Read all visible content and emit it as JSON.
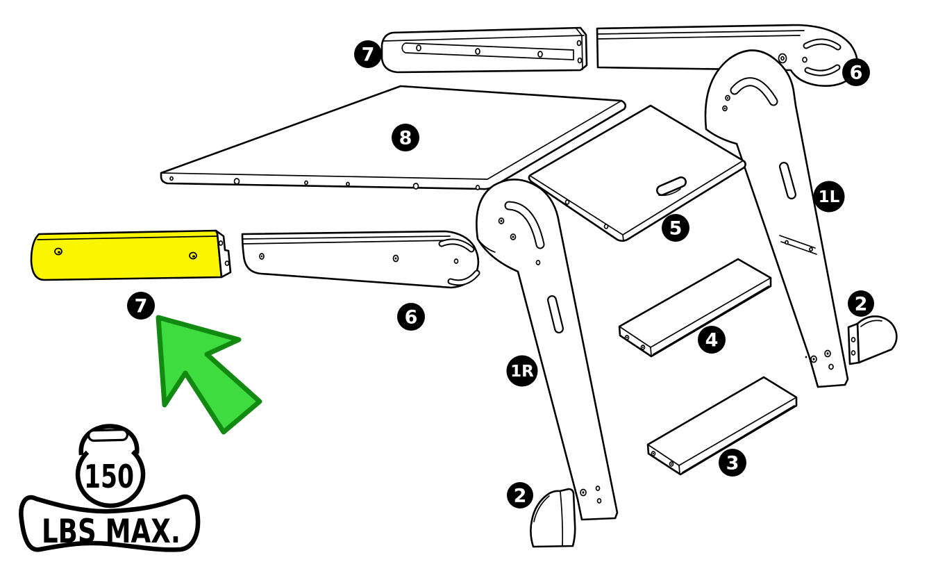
{
  "canvas": {
    "background": "#FFFFFF",
    "line_color": "#000000"
  },
  "badges": {
    "bg": "#000000",
    "text_color": "#FFFFFF",
    "items": [
      {
        "part": "top-back-rail",
        "label": "7"
      },
      {
        "part": "top-left-rail",
        "label": "6"
      },
      {
        "part": "large-top-panel",
        "label": "8"
      },
      {
        "part": "platform-panel",
        "label": "5"
      },
      {
        "part": "left-leg",
        "label": "1L"
      },
      {
        "part": "highlighted-rail",
        "label": "7"
      },
      {
        "part": "front-rail",
        "label": "6"
      },
      {
        "part": "right-leg",
        "label": "1R"
      },
      {
        "part": "upper-step",
        "label": "4"
      },
      {
        "part": "right-foot-cap",
        "label": "2"
      },
      {
        "part": "lower-step",
        "label": "3"
      },
      {
        "part": "bottom-foot-cap",
        "label": "2"
      }
    ]
  },
  "highlight": {
    "fill": "#F9F600"
  },
  "arrow": {
    "fill": "#3EDC3E",
    "stroke": "#128A12"
  },
  "weight_limit": {
    "value": "150",
    "caption": "LBS MAX."
  }
}
